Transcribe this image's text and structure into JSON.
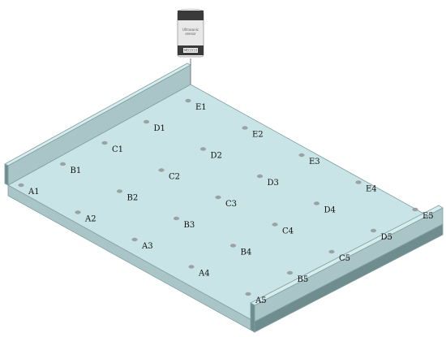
{
  "colors": {
    "plate_top": "#c8e4e6",
    "plate_edge": "#7f9fa1",
    "rail_front": "#a9c5c7",
    "rail_top": "#d7ecee",
    "rail_side": "#6f8d8f",
    "point": "#9aa3a3",
    "label": "#111111",
    "sensor_body": "#e8e8e8",
    "sensor_band": "#3a3a3a"
  },
  "sensor": {
    "brand_line_1": "Ultrasonic",
    "brand_line_2": "sensor",
    "model": "MB1010"
  },
  "grid": {
    "rows": [
      "A",
      "B",
      "C",
      "D",
      "E"
    ],
    "columns": [
      "1",
      "2",
      "3",
      "4",
      "5"
    ],
    "points": [
      {
        "id": "A1",
        "label": "A1"
      },
      {
        "id": "A2",
        "label": "A2"
      },
      {
        "id": "A3",
        "label": "A3"
      },
      {
        "id": "A4",
        "label": "A4"
      },
      {
        "id": "A5",
        "label": "A5"
      },
      {
        "id": "B1",
        "label": "B1"
      },
      {
        "id": "B2",
        "label": "B2"
      },
      {
        "id": "B3",
        "label": "B3"
      },
      {
        "id": "B4",
        "label": "B4"
      },
      {
        "id": "B5",
        "label": "B5"
      },
      {
        "id": "C1",
        "label": "C1"
      },
      {
        "id": "C2",
        "label": "C2"
      },
      {
        "id": "C3",
        "label": "C3"
      },
      {
        "id": "C4",
        "label": "C4"
      },
      {
        "id": "C5",
        "label": "C5"
      },
      {
        "id": "D1",
        "label": "D1"
      },
      {
        "id": "D2",
        "label": "D2"
      },
      {
        "id": "D3",
        "label": "D3"
      },
      {
        "id": "D4",
        "label": "D4"
      },
      {
        "id": "D5",
        "label": "D5"
      },
      {
        "id": "E1",
        "label": "E1"
      },
      {
        "id": "E2",
        "label": "E2"
      },
      {
        "id": "E3",
        "label": "E3"
      },
      {
        "id": "E4",
        "label": "E4"
      },
      {
        "id": "E5",
        "label": "E5"
      }
    ]
  }
}
